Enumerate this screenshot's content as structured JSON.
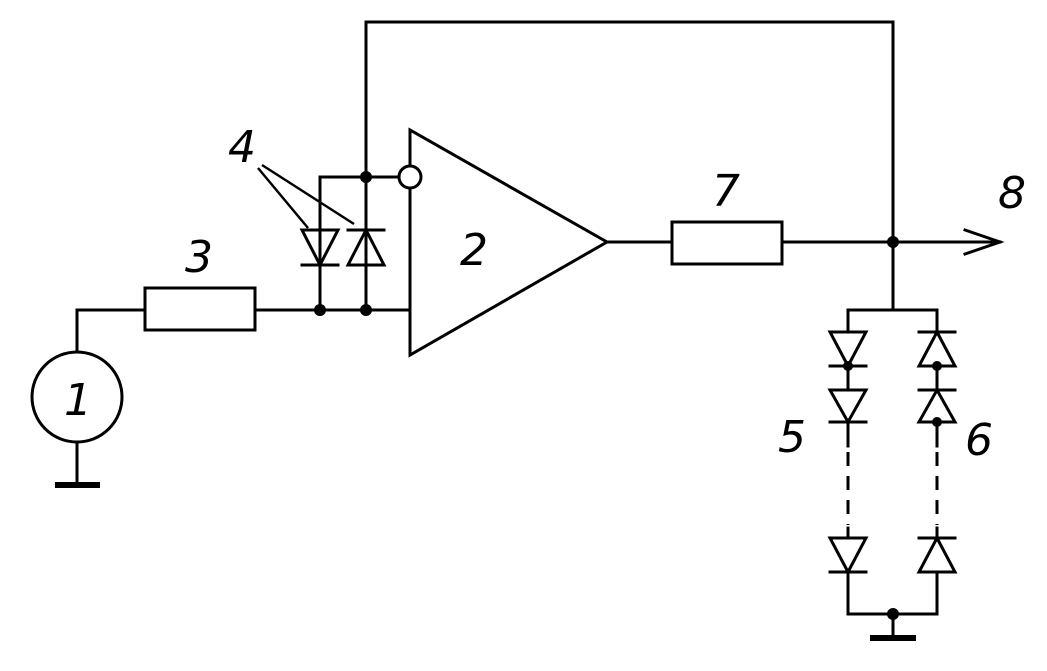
{
  "labels": {
    "source": "1",
    "amplifier": "2",
    "input_resistor": "3",
    "input_diodes": "4",
    "diode_chain_a": "5",
    "diode_chain_b": "6",
    "output_resistor": "7",
    "output": "8"
  }
}
